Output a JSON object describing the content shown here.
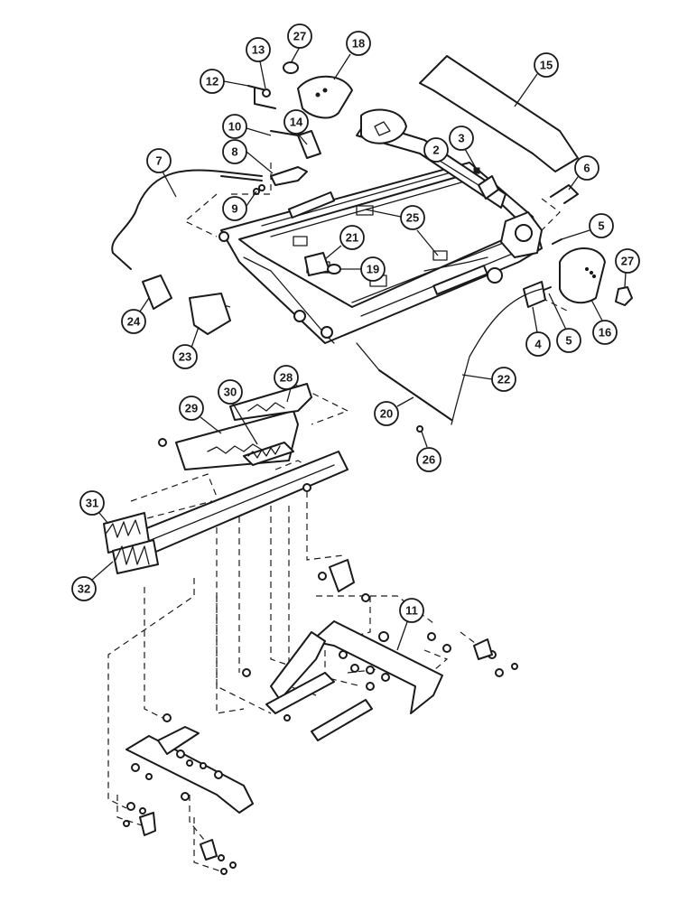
{
  "callouts": [
    {
      "id": "c27a",
      "label": "27"
    },
    {
      "id": "c18",
      "label": "18"
    },
    {
      "id": "c13",
      "label": "13"
    },
    {
      "id": "c12",
      "label": "12"
    },
    {
      "id": "c15",
      "label": "15"
    },
    {
      "id": "c10",
      "label": "10"
    },
    {
      "id": "c14",
      "label": "14"
    },
    {
      "id": "c8",
      "label": "8"
    },
    {
      "id": "c7",
      "label": "7"
    },
    {
      "id": "c2",
      "label": "2"
    },
    {
      "id": "c3",
      "label": "3"
    },
    {
      "id": "c6",
      "label": "6"
    },
    {
      "id": "c9",
      "label": "9"
    },
    {
      "id": "c25",
      "label": "25"
    },
    {
      "id": "c21",
      "label": "21"
    },
    {
      "id": "c5a",
      "label": "5"
    },
    {
      "id": "c19",
      "label": "19"
    },
    {
      "id": "c27b",
      "label": "27"
    },
    {
      "id": "c24",
      "label": "24"
    },
    {
      "id": "c23",
      "label": "23"
    },
    {
      "id": "c4",
      "label": "4"
    },
    {
      "id": "c5b",
      "label": "5"
    },
    {
      "id": "c16",
      "label": "16"
    },
    {
      "id": "c22",
      "label": "22"
    },
    {
      "id": "c28",
      "label": "28"
    },
    {
      "id": "c30",
      "label": "30"
    },
    {
      "id": "c29",
      "label": "29"
    },
    {
      "id": "c20",
      "label": "20"
    },
    {
      "id": "c26",
      "label": "26"
    },
    {
      "id": "c31",
      "label": "31"
    },
    {
      "id": "c32",
      "label": "32"
    },
    {
      "id": "c11",
      "label": "11"
    }
  ]
}
